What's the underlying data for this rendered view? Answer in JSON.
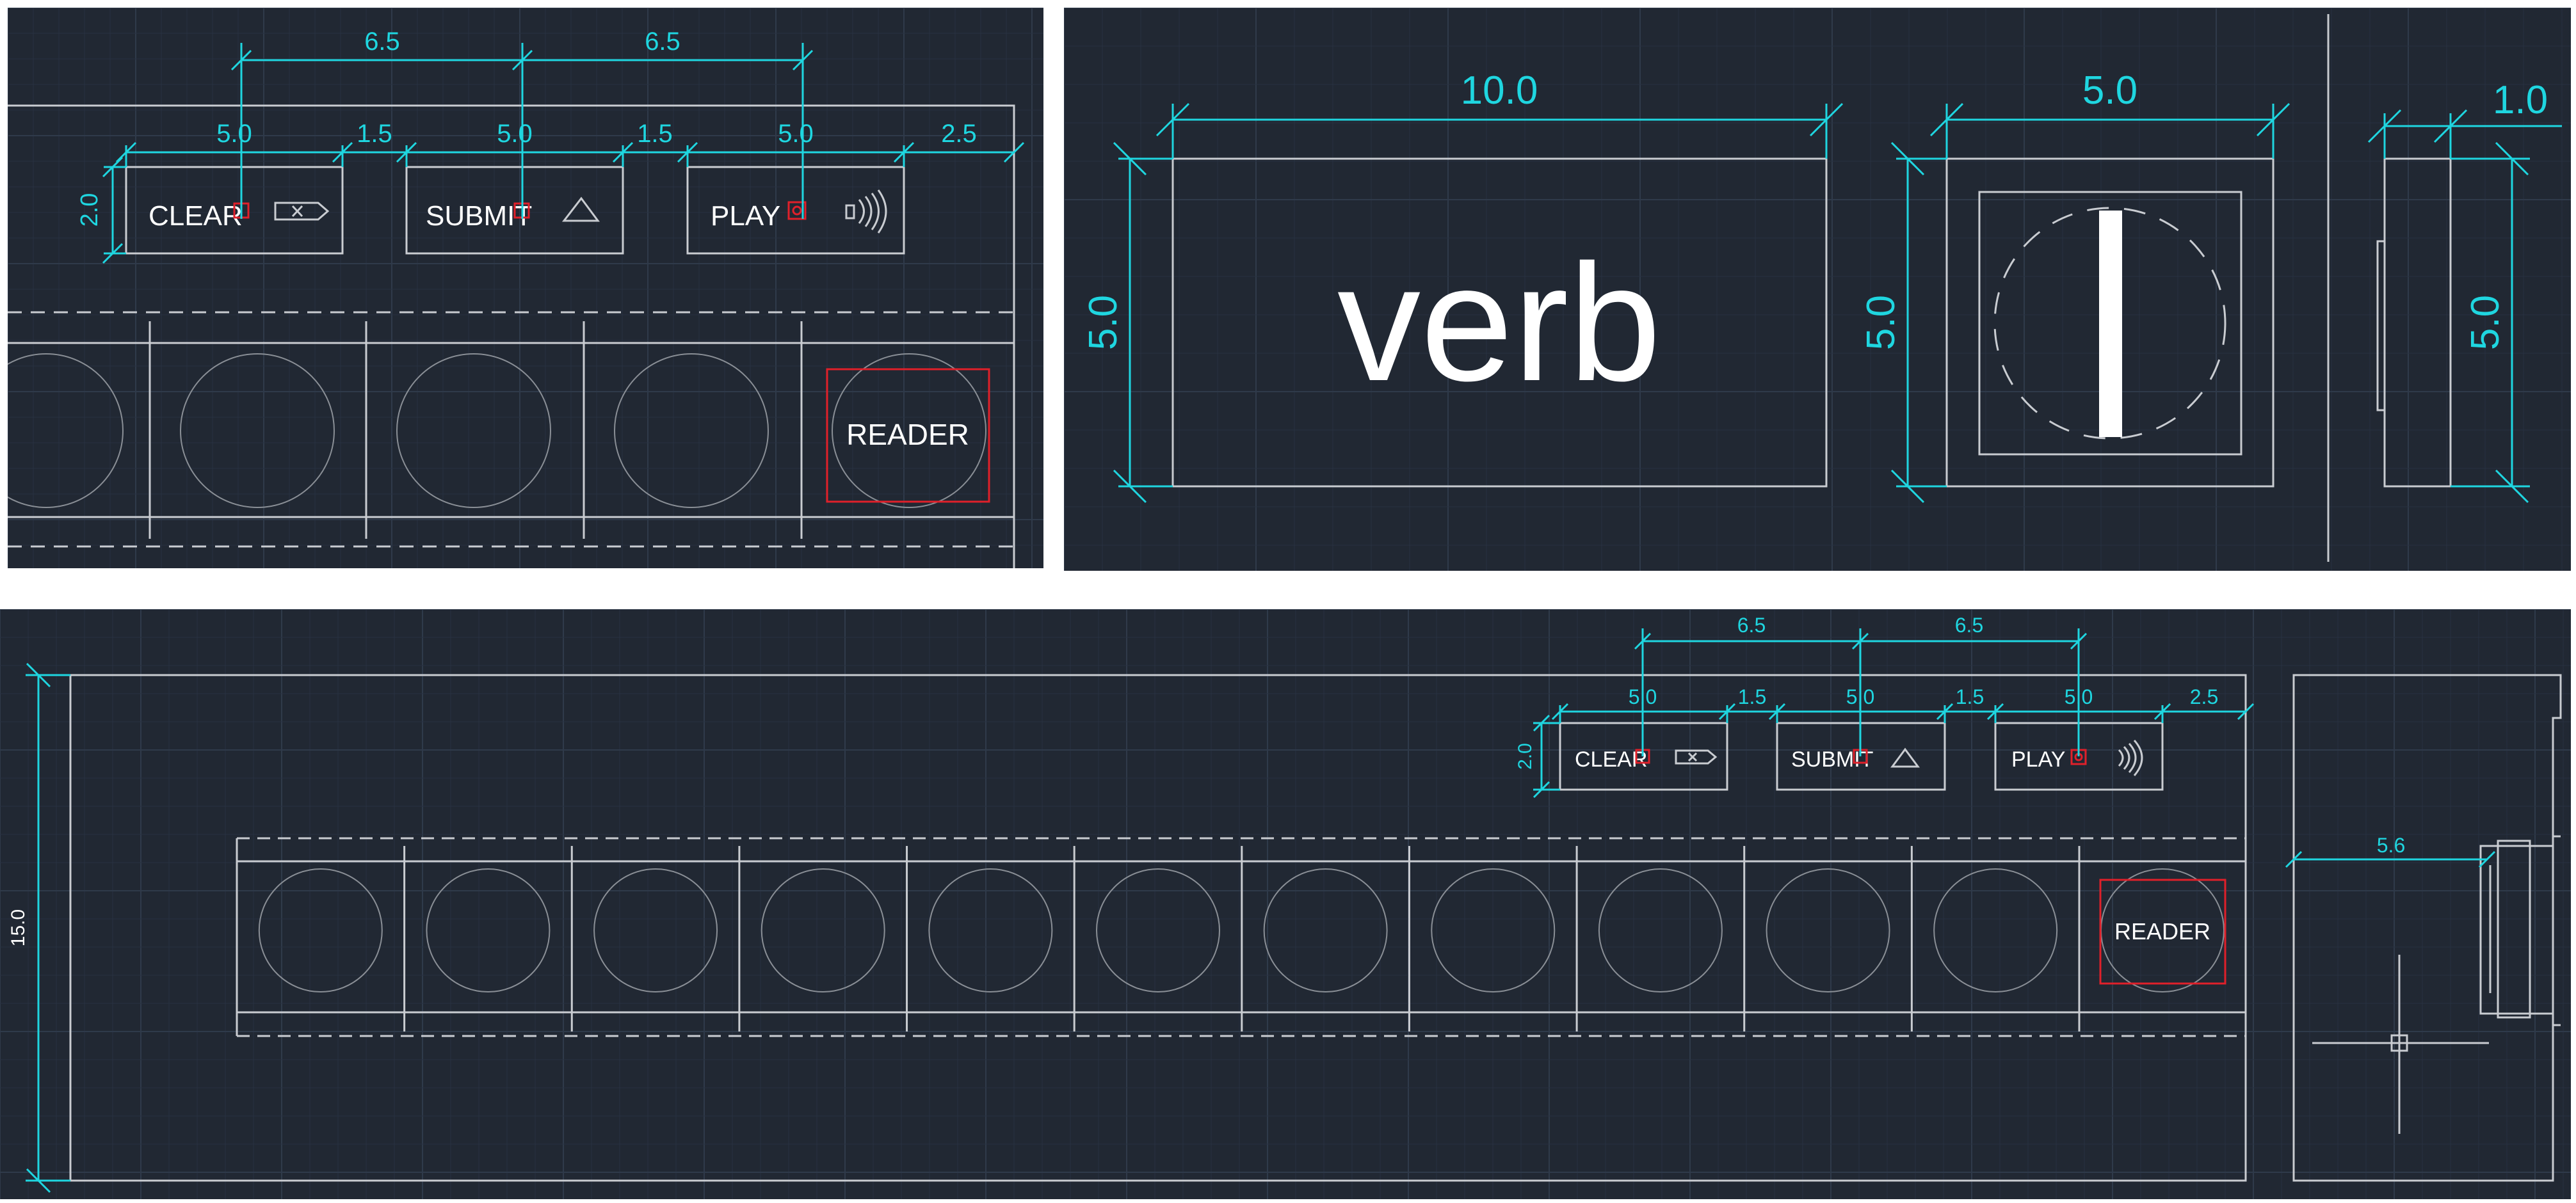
{
  "colors": {
    "background": "#212833",
    "grid_minor": "#283140",
    "grid_major": "#2f3a4a",
    "outline": "#c9ccd1",
    "outline_dim": "#8a8f96",
    "dimension": "#1fd6e0",
    "marker": "#e0202a",
    "text": "#ffffff"
  },
  "top_left_view": {
    "dims_top": [
      "6.5",
      "6.5"
    ],
    "dims_row": [
      "5.0",
      "1.5",
      "5.0",
      "1.5",
      "5.0",
      "2.5"
    ],
    "dim_height": "2.0",
    "buttons": [
      {
        "label": "CLEAR",
        "icon": "backspace-icon"
      },
      {
        "label": "SUBMIT",
        "icon": "triangle-icon"
      },
      {
        "label": "PLAY",
        "icon": "nfc-icon"
      }
    ],
    "reader_label": "READER"
  },
  "top_right_view": {
    "verb_label": "verb",
    "dim_width_card": "10.0",
    "dim_height_card": "5.0",
    "dim_width_square": "5.0",
    "dim_height_square": "5.0",
    "dim_width_side": "1.0",
    "dim_height_side": "5.0"
  },
  "bottom_view": {
    "dims_top": [
      "6.5",
      "6.5"
    ],
    "dims_row": [
      "5.0",
      "1.5",
      "5.0",
      "1.5",
      "5.0",
      "2.5"
    ],
    "dim_height": "2.0",
    "dim_overall_height": "15.0",
    "dim_side_offset": "5.6",
    "buttons": [
      {
        "label": "CLEAR",
        "icon": "backspace-icon"
      },
      {
        "label": "SUBMIT",
        "icon": "triangle-icon"
      },
      {
        "label": "PLAY",
        "icon": "nfc-icon"
      }
    ],
    "reader_label": "READER",
    "slot_count": 11
  }
}
